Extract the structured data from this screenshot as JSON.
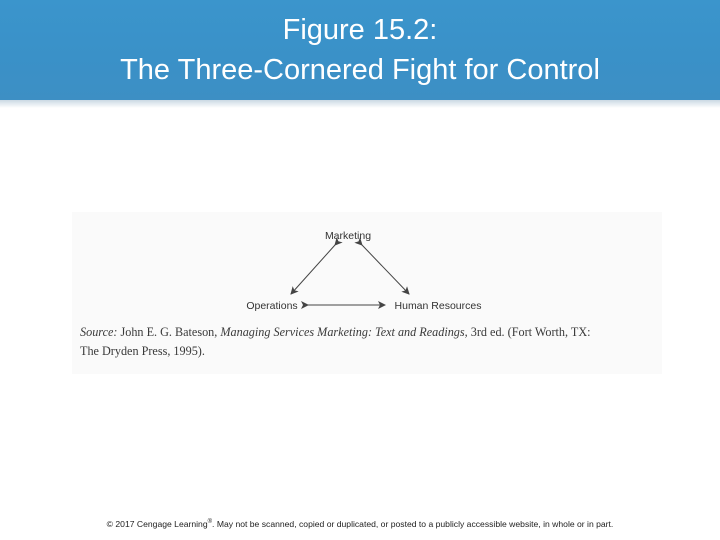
{
  "title": {
    "line1": "Figure 15.2:",
    "line2": "The Three-Cornered Fight for Control"
  },
  "diagram": {
    "nodes": {
      "top": "Marketing",
      "left": "Operations",
      "right": "Human Resources"
    }
  },
  "source": {
    "label": "Source:",
    "author": "John E. G. Bateson,",
    "work": "Managing Services Marketing: Text and Readings,",
    "details": "3rd ed. (Fort Worth, TX:",
    "line2": "The Dryden Press, 1995)."
  },
  "footer": {
    "prefix": "© 2017 Cengage Learning",
    "registered": "®",
    "suffix": ". May not be scanned, copied or duplicated, or posted to a publicly accessible website, in whole or in part."
  }
}
